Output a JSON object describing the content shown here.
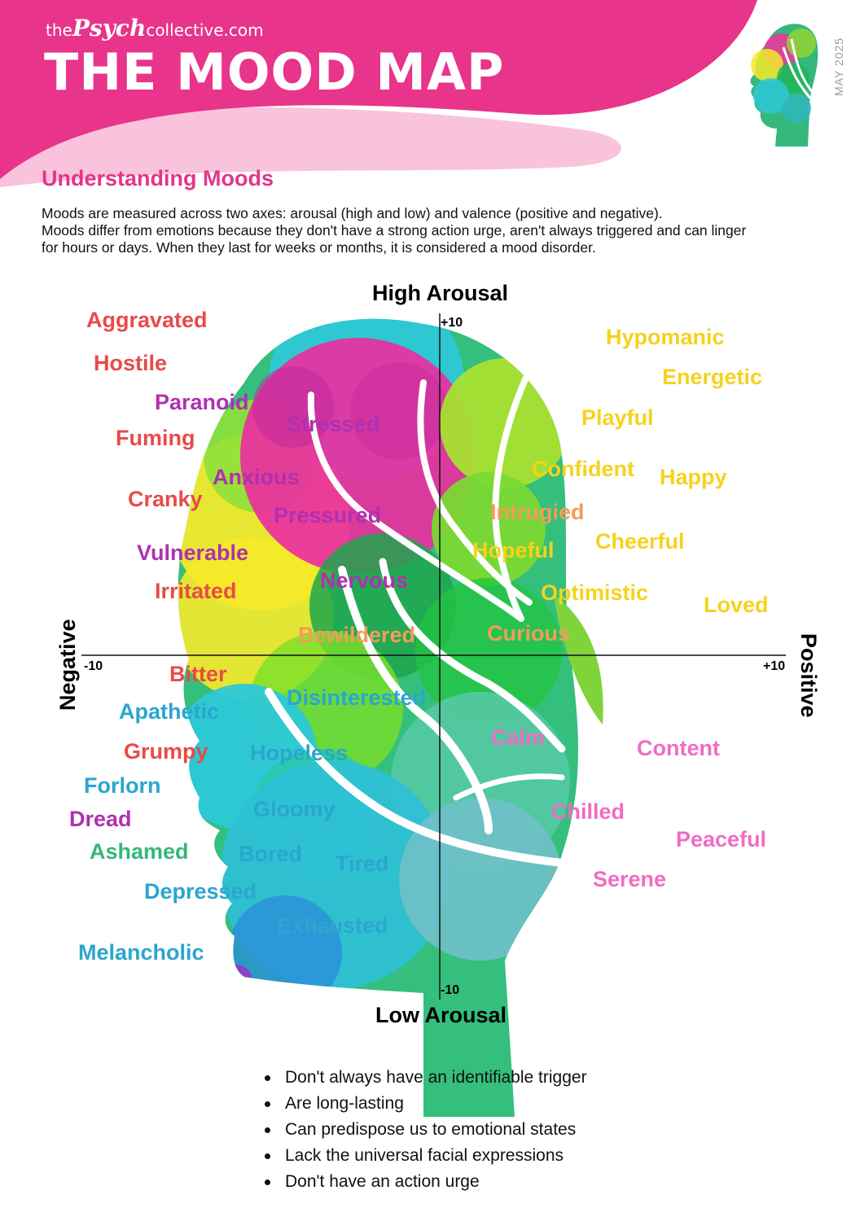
{
  "header": {
    "brand_prefix": "the",
    "brand_script": "Psych",
    "brand_suffix": "collective.com",
    "title": "THE MOOD MAP",
    "date": "MAY 2025"
  },
  "intro": {
    "heading": "Understanding Moods",
    "lines": [
      "Moods are measured across two axes: arousal (high and low) and valence (positive and negative).",
      "Moods differ from emotions because they don't have a strong action urge, aren't always triggered and can linger",
      "for hours or days. When they last for weeks or months, it is considered a mood disorder."
    ]
  },
  "axes": {
    "top_label": "High Arousal",
    "bottom_label": "Low Arousal",
    "left_label": "Negative",
    "right_label": "Positive",
    "top_tick": "+10",
    "bottom_tick": "-10",
    "left_tick": "-10",
    "right_tick": "+10"
  },
  "colors": {
    "pink": "#e8348a",
    "red": "#e84a4a",
    "purple": "#b030b0",
    "yellow": "#f5d21e",
    "orange": "#f39c5a",
    "blue": "#2aa6cf",
    "green": "#35b778",
    "light_pink": "#f06cc4"
  },
  "moods": [
    {
      "label": "Aggravated",
      "color": "#e84a4a"
    },
    {
      "label": "Hostile",
      "color": "#e84a4a"
    },
    {
      "label": "Paranoid",
      "color": "#b030b0"
    },
    {
      "label": "Fuming",
      "color": "#e84a4a"
    },
    {
      "label": "Stressed",
      "color": "#b030b0"
    },
    {
      "label": "Anxious",
      "color": "#b030b0"
    },
    {
      "label": "Cranky",
      "color": "#e84a4a"
    },
    {
      "label": "Pressured",
      "color": "#b030b0"
    },
    {
      "label": "Vulnerable",
      "color": "#b030b0"
    },
    {
      "label": "Irritated",
      "color": "#e84a4a"
    },
    {
      "label": "Nervous",
      "color": "#b030b0"
    },
    {
      "label": "Bewildered",
      "color": "#f39c5a"
    },
    {
      "label": "Bitter",
      "color": "#e84a4a"
    },
    {
      "label": "Apathetic",
      "color": "#2aa6cf"
    },
    {
      "label": "Disinterested",
      "color": "#2aa6cf"
    },
    {
      "label": "Grumpy",
      "color": "#e84a4a"
    },
    {
      "label": "Hopeless",
      "color": "#2aa6cf"
    },
    {
      "label": "Forlorn",
      "color": "#2aa6cf"
    },
    {
      "label": "Dread",
      "color": "#b030b0"
    },
    {
      "label": "Gloomy",
      "color": "#2aa6cf"
    },
    {
      "label": "Ashamed",
      "color": "#35b778"
    },
    {
      "label": "Bored",
      "color": "#2aa6cf"
    },
    {
      "label": "Tired",
      "color": "#2aa6cf"
    },
    {
      "label": "Depressed",
      "color": "#2aa6cf"
    },
    {
      "label": "Exhausted",
      "color": "#2aa6cf"
    },
    {
      "label": "Melancholic",
      "color": "#2aa6cf"
    },
    {
      "label": "Hypomanic",
      "color": "#f5d21e"
    },
    {
      "label": "Energetic",
      "color": "#f5d21e"
    },
    {
      "label": "Playful",
      "color": "#f5d21e"
    },
    {
      "label": "Confident",
      "color": "#f5d21e"
    },
    {
      "label": "Happy",
      "color": "#f5d21e"
    },
    {
      "label": "Intrugied",
      "color": "#f39c5a"
    },
    {
      "label": "Cheerful",
      "color": "#f5d21e"
    },
    {
      "label": "Hopeful",
      "color": "#f5d21e"
    },
    {
      "label": "Optimistic",
      "color": "#f5d21e"
    },
    {
      "label": "Loved",
      "color": "#f5d21e"
    },
    {
      "label": "Curious",
      "color": "#f39c5a"
    },
    {
      "label": "Calm",
      "color": "#f06cc4"
    },
    {
      "label": "Content",
      "color": "#f06cc4"
    },
    {
      "label": "Chilled",
      "color": "#f06cc4"
    },
    {
      "label": "Peaceful",
      "color": "#f06cc4"
    },
    {
      "label": "Serene",
      "color": "#f06cc4"
    }
  ],
  "bullets": [
    "Don't always have an identifiable trigger",
    "Are long-lasting",
    "Can predispose us to emotional states",
    "Lack the universal facial expressions",
    "Don't have an action urge"
  ]
}
